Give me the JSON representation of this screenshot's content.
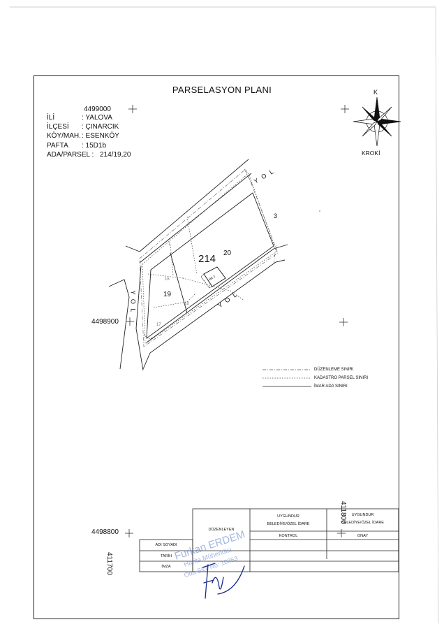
{
  "title": "PARSELASYON PLANI",
  "info": {
    "il_label": "İLİ",
    "il_value": ": YALOVA",
    "ilce_label": "İLÇESİ",
    "ilce_value": ": ÇINARCIK",
    "koy_label": "KÖY/MAH.",
    "koy_value": ": ESENKÖY",
    "pafta_label": "PAFTA",
    "pafta_value": ": 15D1b",
    "ada_label": "ADA/PARSEL :",
    "ada_value": "214/19,20"
  },
  "coords": {
    "top_left": "4499000",
    "mid_left": "4498900",
    "bottom_left": "4498800",
    "bottom_x": "411700",
    "right_x": "411800"
  },
  "compass": {
    "north_label": "K",
    "name": "KROKİ"
  },
  "map_labels": {
    "road_top": "Y O L",
    "road_left": "Y O L",
    "road_diag": "Y O L",
    "parcel_3": "3",
    "block_214": "214",
    "parcel_20": "20",
    "parcel_19": "19",
    "building": "BE 2",
    "small_1": "1",
    "small_16": "16",
    "small_18": "18",
    "small_17": "17"
  },
  "legend": [
    {
      "label": "DÜZENLEME SINIRI",
      "style": "dash-dot"
    },
    {
      "label": "KADASTRO PARSEL SINIRI",
      "style": "dotted"
    },
    {
      "label": "İMAR ADA SINIRI",
      "style": "solid"
    }
  ],
  "table": {
    "col_duzenleyen": "DÜZENLEYEN",
    "col_uygundur_1": "UYGUNDUR",
    "col_belediye_1": "BELEDİYE/ÖZEL İDARE",
    "col_kontrol": "KONTROL",
    "col_uygundur_2": "UYGUNDUR",
    "col_belediye_2": "BELEDİYE/ÖZEL İDARE",
    "col_onay": "ONAY",
    "row_adi": "ADI SOYADI",
    "row_tarih": "TARİH",
    "row_imza": "İMZA"
  },
  "stamp": {
    "name": "Furkan ERDEM",
    "title": "Harita Mühendisi",
    "reg": "Oda Sicil No: 10353"
  },
  "colors": {
    "stamp_ink": "#5a78c8",
    "signature_ink": "#1b2a8c",
    "line": "#222222"
  }
}
